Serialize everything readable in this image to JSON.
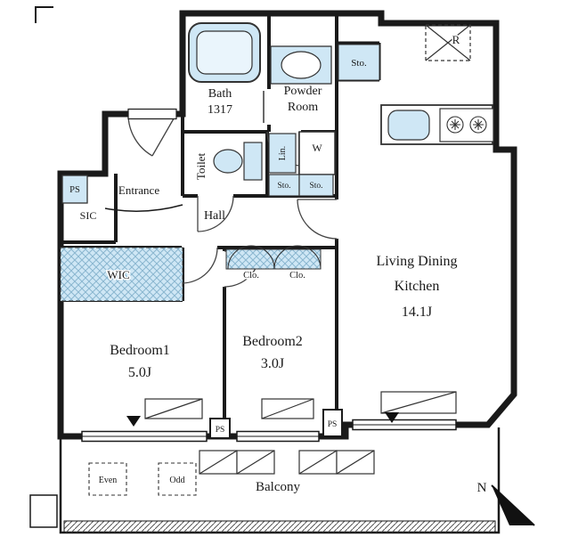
{
  "colors": {
    "wall": "#1a1a1a",
    "fixture_blue": "#cfe7f5",
    "hatch_blue": "#8ab6cf"
  },
  "rooms": {
    "bath": {
      "label": "Bath",
      "size": "1317"
    },
    "powder_room": {
      "line1": "Powder",
      "line2": "Room"
    },
    "toilet": {
      "label": "Toilet"
    },
    "entrance": {
      "label": "Entrance"
    },
    "hall": {
      "label": "Hall"
    },
    "sic": {
      "label": "SIC"
    },
    "wic": {
      "label": "WIC"
    },
    "bedroom1": {
      "label": "Bedroom1",
      "size": "5.0J"
    },
    "bedroom2": {
      "label": "Bedroom2",
      "size": "3.0J"
    },
    "ldk": {
      "line1": "Living Dining",
      "line2": "Kitchen",
      "size": "14.1J"
    },
    "balcony": {
      "label": "Balcony"
    }
  },
  "labels": {
    "refrigerator": "R",
    "washer": "W",
    "linen": "Lin.",
    "storage_top": "Sto.",
    "storage_left": "Sto.",
    "storage_right": "Sto.",
    "closet_left": "Clo.",
    "closet_right": "Clo.",
    "ps_entrance": "PS",
    "ps_bottom_left": "PS",
    "ps_bottom_right": "PS",
    "stair_even": "Even",
    "stair_odd": "Odd",
    "north": "N"
  }
}
